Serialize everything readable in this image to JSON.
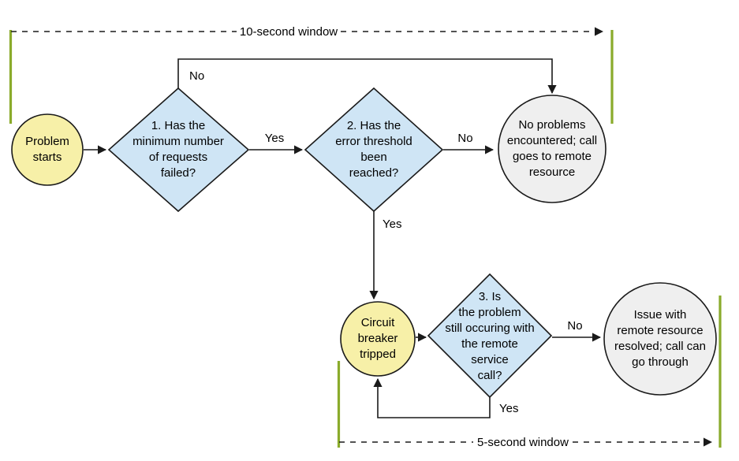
{
  "diagram": {
    "title": "Circuit breaker pattern flowchart",
    "colors": {
      "decision_fill": "#cfe5f5",
      "start_fill": "#f7f0a8",
      "terminal_fill": "#efefef",
      "bracket": "#8aab2b",
      "stroke": "#1a1a1a",
      "background": "#ffffff"
    },
    "nodes": [
      {
        "id": "problem-starts",
        "shape": "circle",
        "label_lines": [
          "Problem",
          "starts"
        ],
        "fill": "#f7f0a8"
      },
      {
        "id": "decision-1",
        "shape": "diamond",
        "label_lines": [
          "1. Has the",
          "minimum number",
          "of requests",
          "failed?"
        ],
        "fill": "#cfe5f5"
      },
      {
        "id": "decision-2",
        "shape": "diamond",
        "label_lines": [
          "2. Has the",
          "error threshold",
          "been",
          "reached?"
        ],
        "fill": "#cfe5f5"
      },
      {
        "id": "no-problems",
        "shape": "circle",
        "label_lines": [
          "No problems",
          "encountered; call",
          "goes to remote",
          "resource"
        ],
        "fill": "#efefef"
      },
      {
        "id": "circuit-breaker-tripped",
        "shape": "circle",
        "label_lines": [
          "Circuit",
          "breaker",
          "tripped"
        ],
        "fill": "#f7f0a8"
      },
      {
        "id": "decision-3",
        "shape": "diamond",
        "label_lines": [
          "3. Is",
          "the problem",
          "still occuring with",
          "the remote",
          "service",
          "call?"
        ],
        "fill": "#cfe5f5"
      },
      {
        "id": "issue-resolved",
        "shape": "circle",
        "label_lines": [
          "Issue with",
          "remote resource",
          "resolved; call can",
          "go through"
        ],
        "fill": "#efefef"
      }
    ],
    "edge_labels": {
      "d1_no": "No",
      "d1_yes": "Yes",
      "d2_no": "No",
      "d2_yes": "Yes",
      "d3_no": "No",
      "d3_yes": "Yes"
    },
    "annotations": {
      "top_window": "10-second window",
      "bottom_window": "5-second window"
    }
  }
}
